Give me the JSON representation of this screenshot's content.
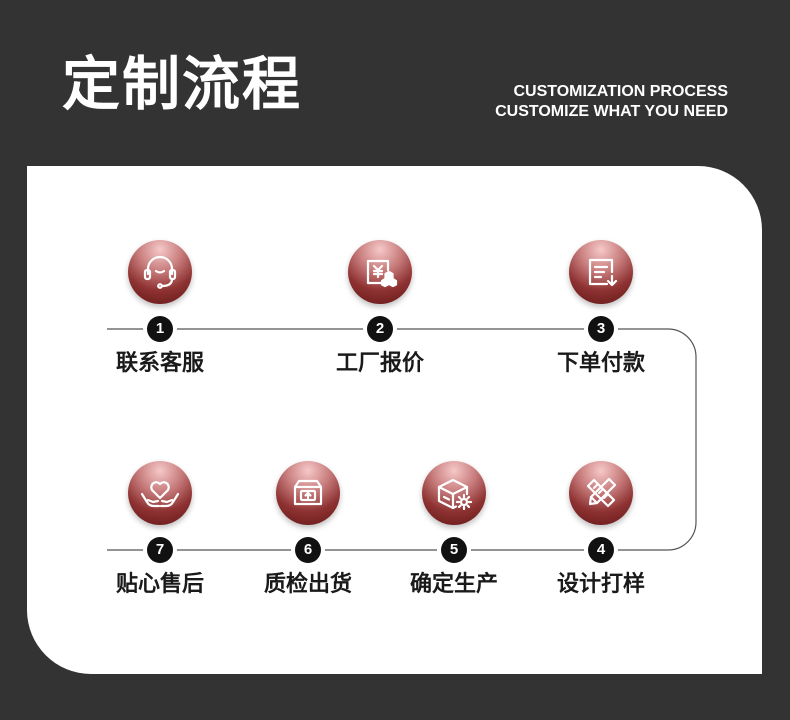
{
  "header": {
    "title": "定制流程",
    "subtitle_line1": "CUSTOMIZATION PROCESS",
    "subtitle_line2": "CUSTOMIZE WHAT YOU NEED"
  },
  "steps": [
    {
      "number": "1",
      "label": "联系客服",
      "icon": "headset-icon"
    },
    {
      "number": "2",
      "label": "工厂报价",
      "icon": "quote-icon"
    },
    {
      "number": "3",
      "label": "下单付款",
      "icon": "order-icon"
    },
    {
      "number": "4",
      "label": "设计打样",
      "icon": "design-icon"
    },
    {
      "number": "5",
      "label": "确定生产",
      "icon": "production-icon"
    },
    {
      "number": "6",
      "label": "质检出货",
      "icon": "shipping-icon"
    },
    {
      "number": "7",
      "label": "贴心售后",
      "icon": "after-sales-icon"
    }
  ],
  "colors": {
    "background": "#333333",
    "card": "#ffffff",
    "accent_dark": "#621616",
    "accent_light": "#f6c8c8",
    "number_badge": "#111111"
  }
}
